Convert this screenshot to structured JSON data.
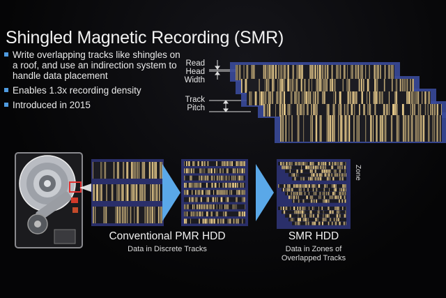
{
  "slide": {
    "title": "Shingled Magnetic Recording (SMR)",
    "bullets": [
      "Write overlapping tracks like shingles on a roof, and use an indirection system to handle data placement",
      "Enables 1.3x recording density",
      "Introduced in 2015"
    ],
    "labels": {
      "read_head_width": [
        "Read",
        "Head",
        "Width"
      ],
      "track_pitch": [
        "Track",
        "Pitch"
      ],
      "zone": "Zone"
    },
    "pmr": {
      "title": "Conventional PMR HDD",
      "subtitle": "Data in Discrete Tracks"
    },
    "smr": {
      "title": "SMR HDD",
      "subtitle_lines": [
        "Data in Zones of",
        "Overlapped Tracks"
      ]
    },
    "colors": {
      "accent": "#4f9be0",
      "track_blue": "#3a4a9a",
      "data_gold": "#e6c98a",
      "highlight_red": "#e03030"
    }
  }
}
